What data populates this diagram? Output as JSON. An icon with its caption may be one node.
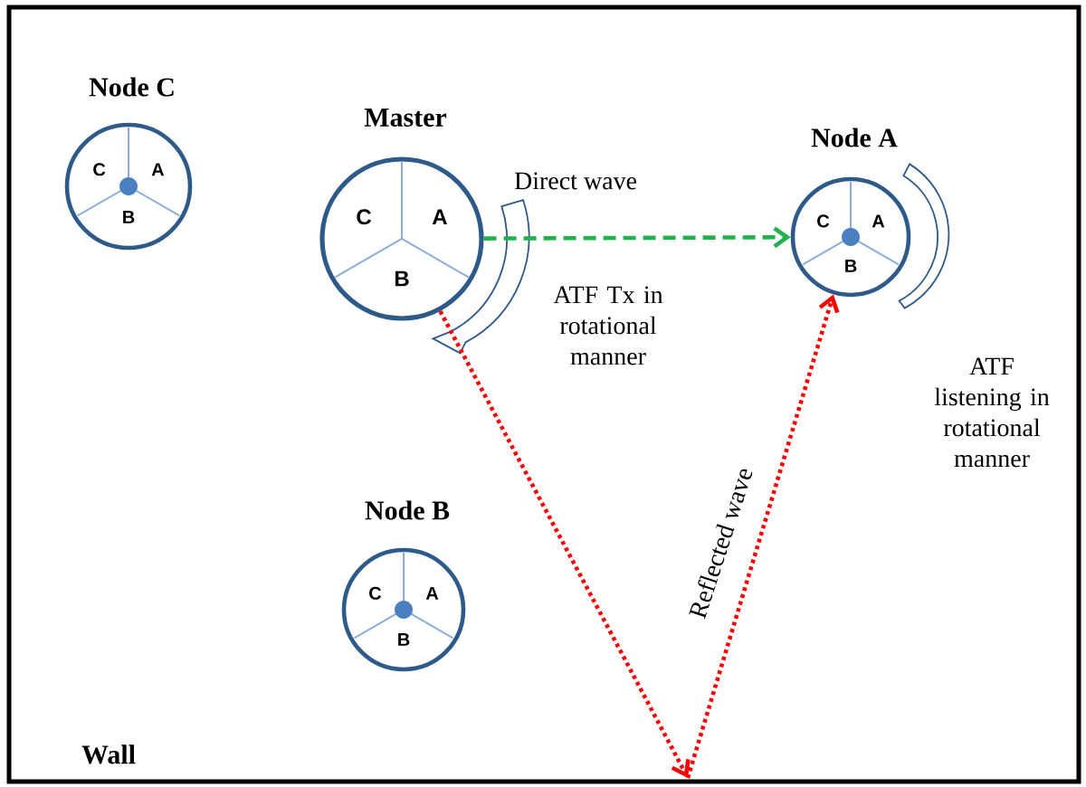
{
  "diagram": {
    "nodes": [
      {
        "text": [
          "Node C",
          "C",
          "A",
          "B"
        ]
      },
      {
        "text": [
          "Master",
          "C",
          "A",
          "B"
        ],
        "beside": [
          "ATF Tx in rotational manner"
        ]
      },
      {
        "text": [
          "Node A",
          "C",
          "A",
          "B"
        ],
        "beside": [
          "ATF listening in rotational manner"
        ]
      },
      {
        "text": [
          "Node B",
          "C",
          "A",
          "B"
        ]
      }
    ],
    "edges": [
      {
        "from": 1,
        "to": 2,
        "arrow": "to",
        "label": "Direct wave",
        "style": "dashed",
        "color": "#22b14c"
      },
      {
        "from": 1,
        "to": null,
        "arrow": "to",
        "style": "dashed",
        "color": "#ff0000"
      },
      {
        "from": null,
        "to": 2,
        "arrow": "to",
        "label": "Reflected wave",
        "style": "dashed",
        "color": "#ff0000"
      }
    ],
    "labels": [
      "Wall"
    ]
  }
}
